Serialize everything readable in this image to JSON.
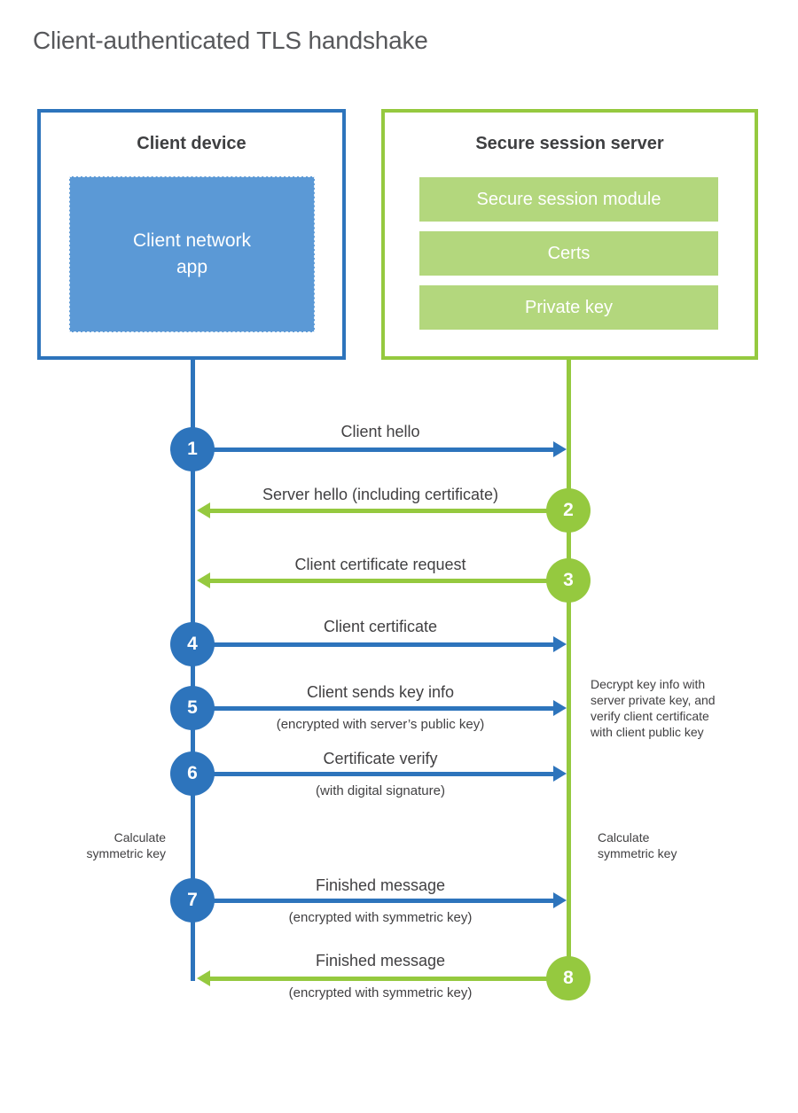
{
  "title": "Client-authenticated TLS handshake",
  "colors": {
    "blue": "#2d74bc",
    "blue_fill": "#5b99d6",
    "green": "#95c93f",
    "green_fill": "#b3d77d",
    "text": "#414042",
    "title_text": "#57585b"
  },
  "client": {
    "title": "Client device",
    "app_label": "Client network\napp"
  },
  "server": {
    "title": "Secure session server",
    "modules": [
      "Secure session module",
      "Certs",
      "Private key"
    ]
  },
  "steps": [
    {
      "number": "1",
      "label": "Client hello",
      "direction": "client-to-server"
    },
    {
      "number": "2",
      "label": "Server hello (including certificate)",
      "direction": "server-to-client"
    },
    {
      "number": "3",
      "label": "Client certificate request",
      "direction": "server-to-client"
    },
    {
      "number": "4",
      "label": "Client certificate",
      "direction": "client-to-server"
    },
    {
      "number": "5",
      "label": "Client sends key info",
      "sublabel": "(encrypted with server’s public key)",
      "direction": "client-to-server"
    },
    {
      "number": "6",
      "label": "Certificate verify",
      "sublabel": "(with digital signature)",
      "direction": "client-to-server"
    },
    {
      "number": "7",
      "label": "Finished message",
      "sublabel": "(encrypted with symmetric key)",
      "direction": "client-to-server"
    },
    {
      "number": "8",
      "label": "Finished message",
      "sublabel": "(encrypted with symmetric key)",
      "direction": "server-to-client"
    }
  ],
  "annotations": {
    "decrypt": "Decrypt key info with\nserver private key, and\nverify client certificate\nwith client public key",
    "calc_left": "Calculate\nsymmetric key",
    "calc_right": "Calculate\nsymmetric key"
  }
}
